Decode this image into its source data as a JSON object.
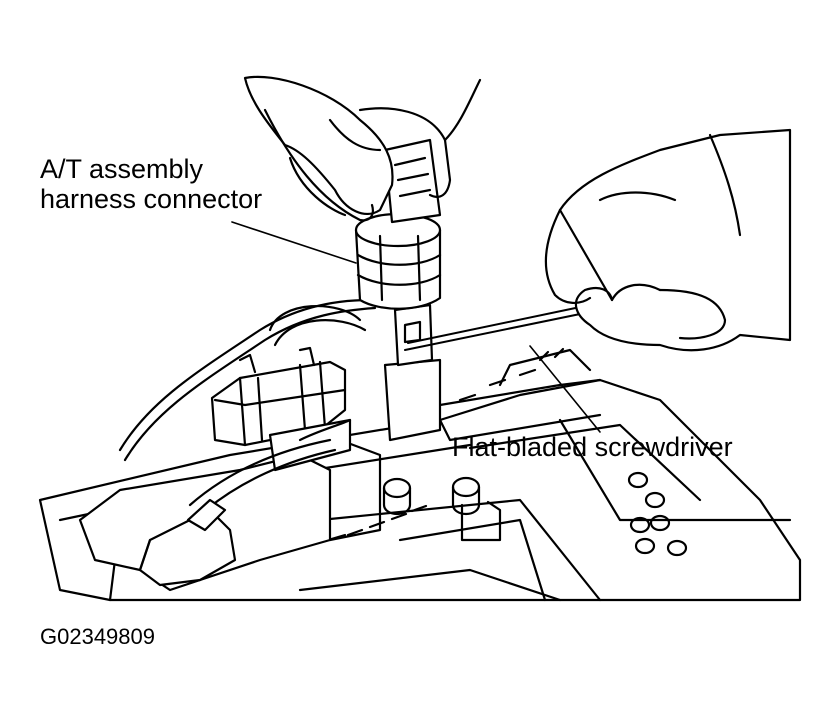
{
  "labels": {
    "harness_connector_line1": "A/T assembly",
    "harness_connector_line2": "harness connector",
    "screwdriver": "Flat-bladed screwdriver"
  },
  "figure_id": "G02349809",
  "colors": {
    "ink": "#000000",
    "paper": "#ffffff"
  }
}
